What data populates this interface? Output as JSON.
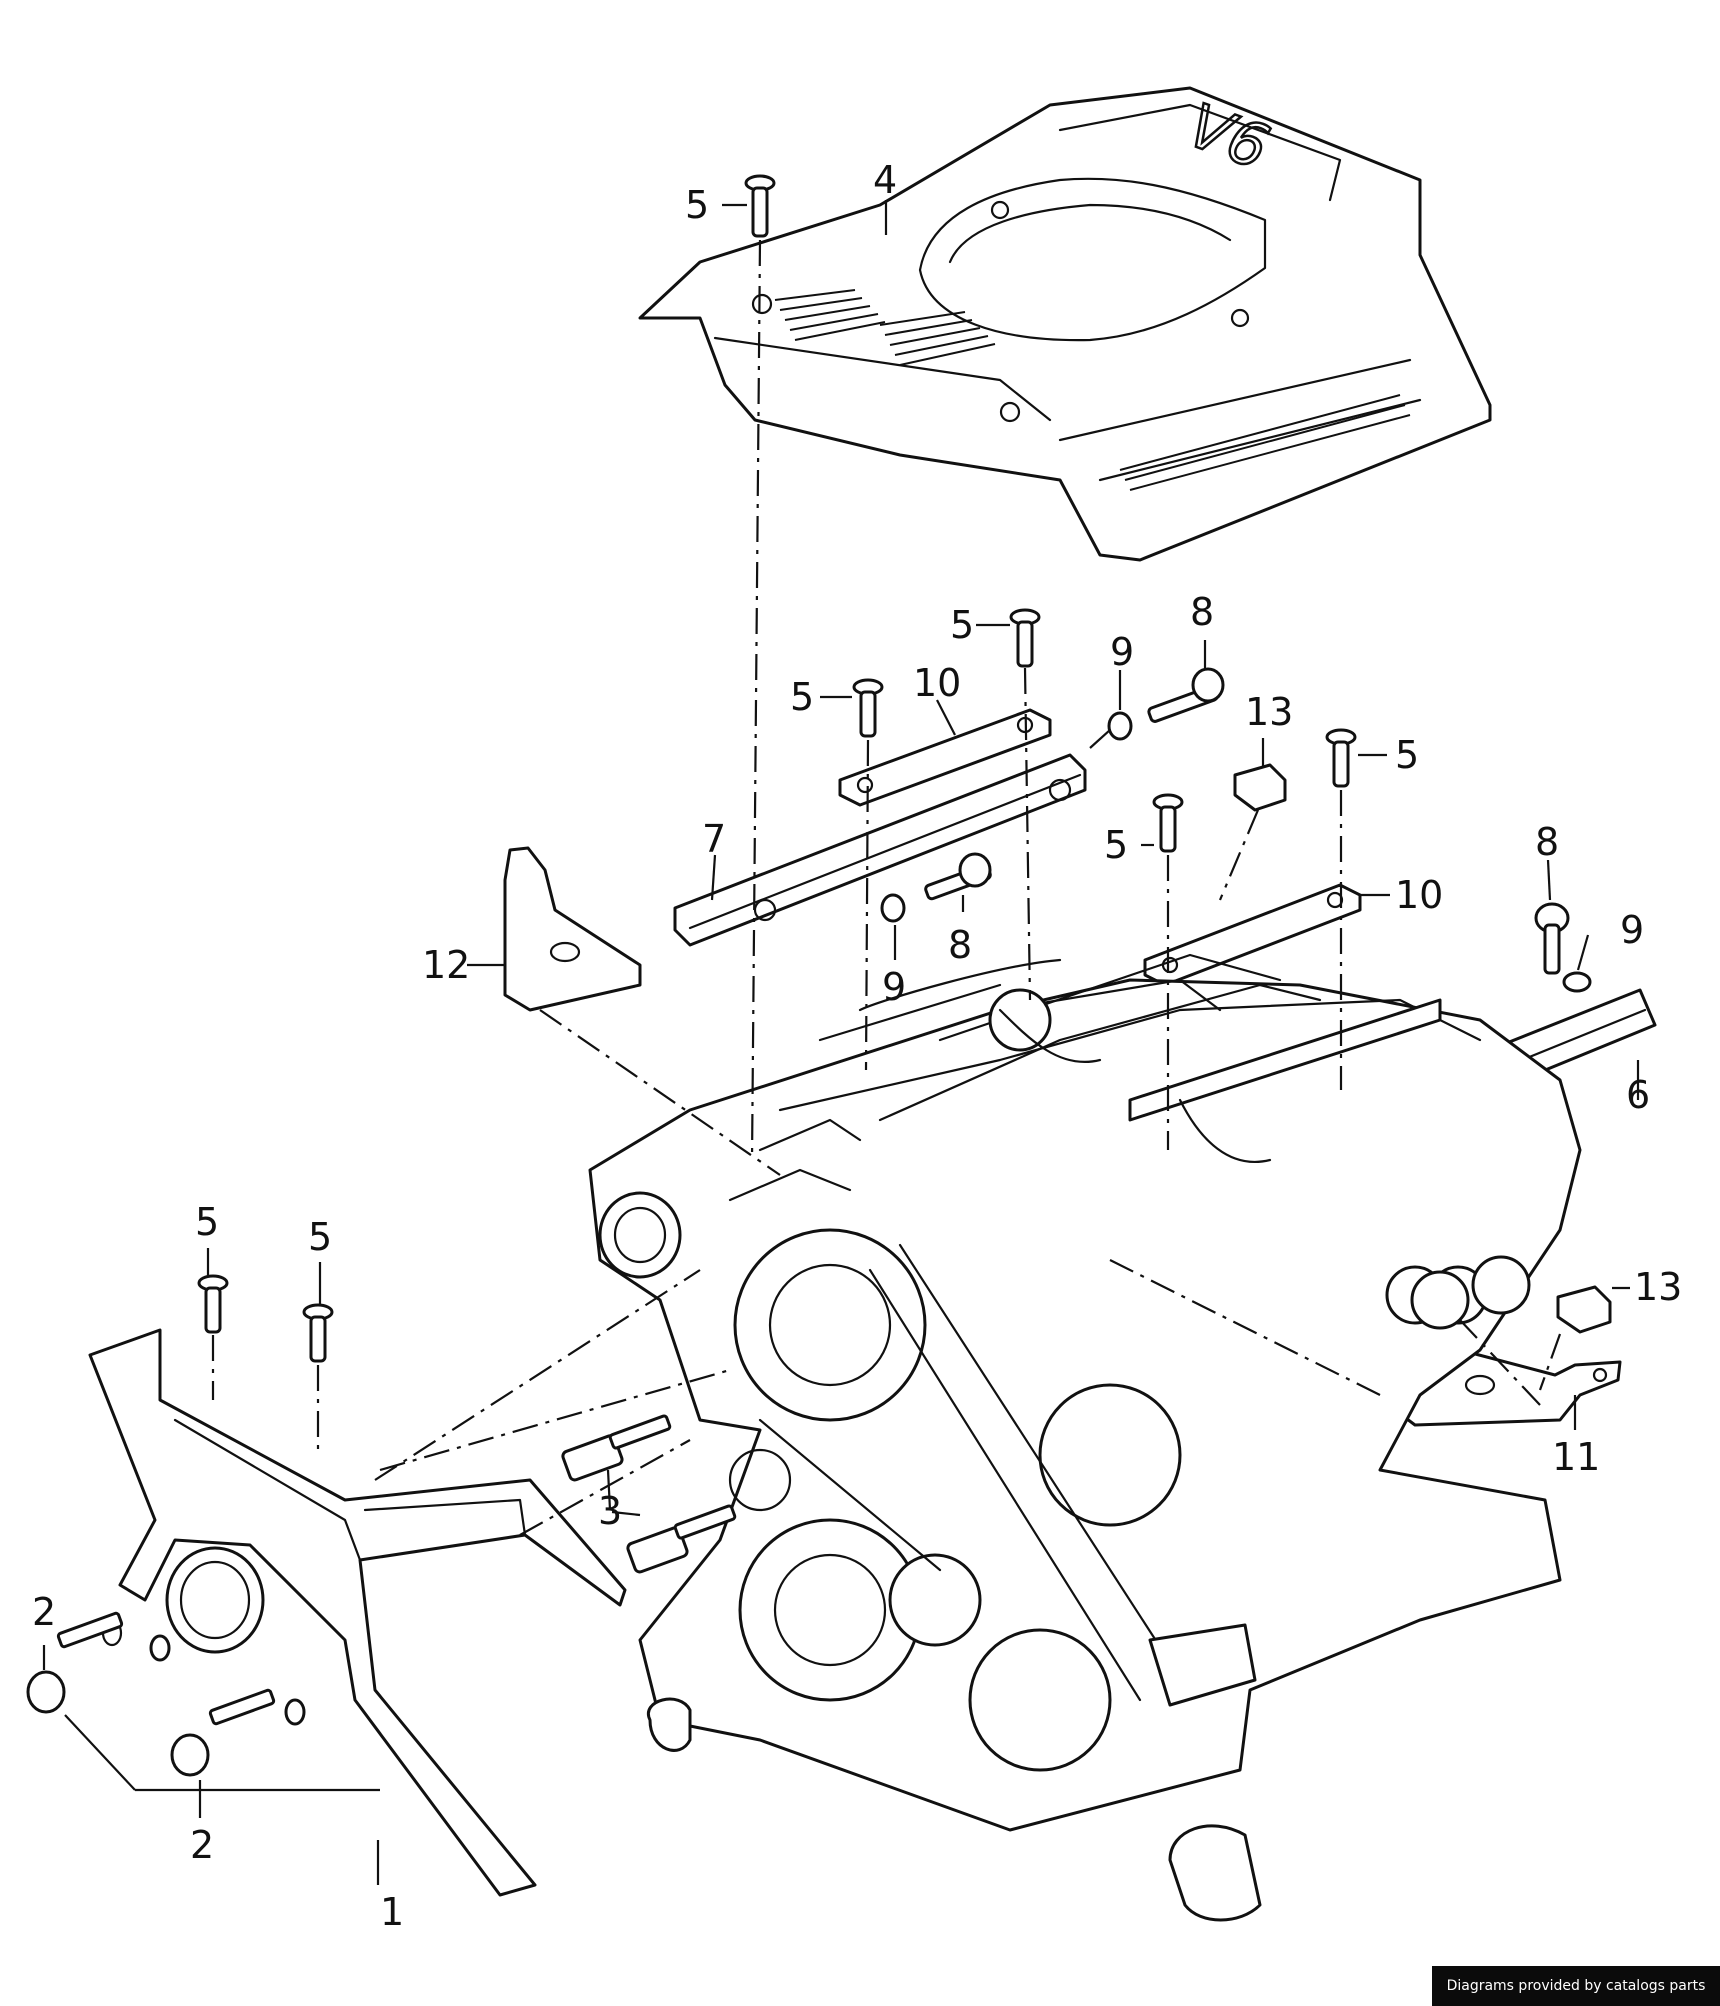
{
  "callouts": {
    "c1": "1",
    "c2a": "2",
    "c2b": "2",
    "c3": "3",
    "c4": "4",
    "c5a": "5",
    "c5b": "5",
    "c5c": "5",
    "c5d": "5",
    "c5e": "5",
    "c5f": "5",
    "c5g": "5",
    "c6": "6",
    "c7": "7",
    "c8a": "8",
    "c8b": "8",
    "c8c": "8",
    "c9a": "9",
    "c9b": "9",
    "c9c": "9",
    "c10a": "10",
    "c10b": "10",
    "c11": "11",
    "c12": "12",
    "c13a": "13",
    "c13b": "13"
  },
  "cover_mark": "V6",
  "credit": "Diagrams provided by catalogs parts"
}
